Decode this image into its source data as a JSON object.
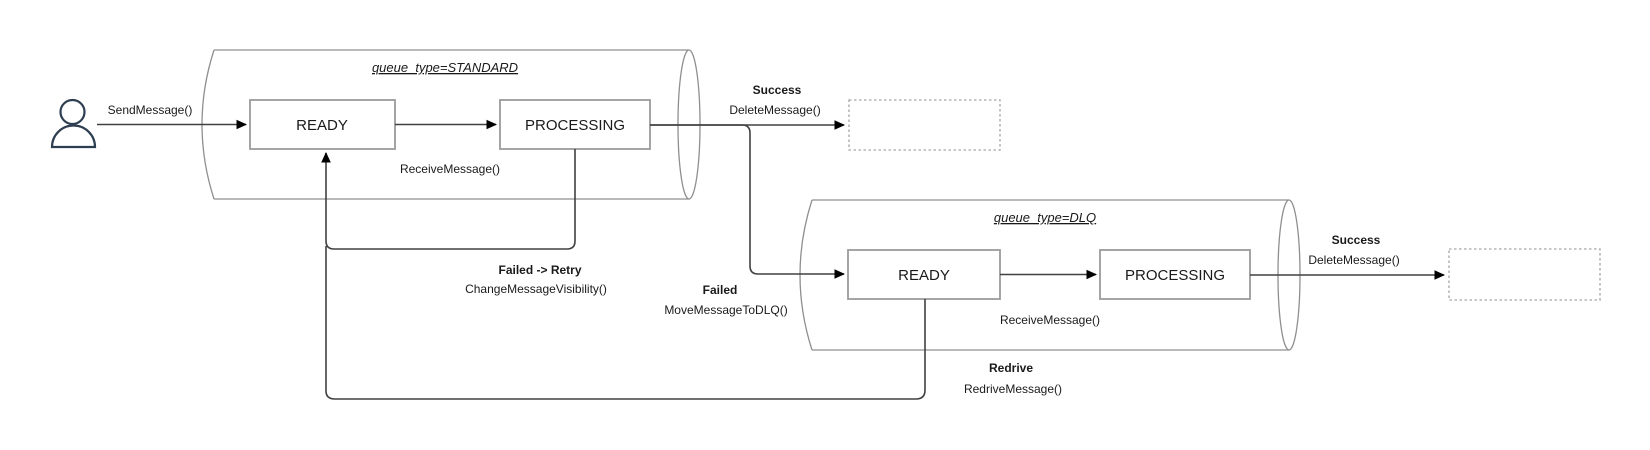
{
  "colors": {
    "background": "#ffffff",
    "edge_line": "#404040",
    "arrowhead": "#000000",
    "state_border": "#9b9b9b",
    "cylinder_border": "#8f8f8f",
    "dashed_border": "#b5b5b5",
    "text": "#1a1a1a",
    "actor": "#2d3e50"
  },
  "standard_queue": {
    "type_label": "queue_type=STANDARD",
    "ready_label": "READY",
    "processing_label": "PROCESSING"
  },
  "dlq_queue": {
    "type_label": "queue_type=DLQ",
    "ready_label": "READY",
    "processing_label": "PROCESSING"
  },
  "transitions": {
    "send": {
      "method": "SendMessage()"
    },
    "receive_standard": {
      "method": "ReceiveMessage()"
    },
    "success_standard": {
      "outcome": "Success",
      "method": "DeleteMessage()"
    },
    "failed_retry": {
      "outcome": "Failed -> Retry",
      "method": "ChangeMessageVisibility()"
    },
    "failed_to_dlq": {
      "outcome": "Failed",
      "method": "MoveMessageToDLQ()"
    },
    "receive_dlq": {
      "method": "ReceiveMessage()"
    },
    "success_dlq": {
      "outcome": "Success",
      "method": "DeleteMessage()"
    },
    "redrive": {
      "outcome": "Redrive",
      "method": "RedriveMessage()"
    }
  }
}
